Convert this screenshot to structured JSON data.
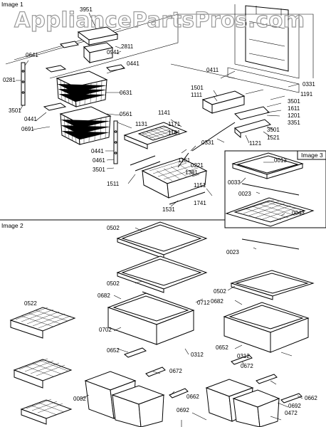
{
  "watermark": "AppliancePartsPros.com",
  "panels": [
    "Image 1",
    "Image 2",
    "Image 3"
  ],
  "labels": [
    "3951",
    "2811",
    "0941",
    "0641",
    "0441",
    "0281",
    "0631",
    "3501",
    "0441",
    "0691",
    "0561",
    "1141",
    "0441",
    "0461",
    "3501",
    "1511",
    "1131",
    "1181",
    "1171",
    "0221",
    "1161",
    "1381",
    "1151",
    "1741",
    "1531",
    "0331",
    "0411",
    "1501",
    "1111",
    "0331",
    "1191",
    "3501",
    "1611",
    "1201",
    "3351",
    "3501",
    "1521",
    "1121",
    "0013",
    "0033",
    "0023",
    "0043",
    "0023",
    "0522",
    "0502",
    "0502",
    "0682",
    "0712",
    "0702",
    "0652",
    "0672",
    "0312",
    "0082",
    "0692",
    "0662",
    "0502",
    "0682",
    "0652",
    "0672",
    "0312",
    "0472",
    "0692",
    "0662"
  ]
}
